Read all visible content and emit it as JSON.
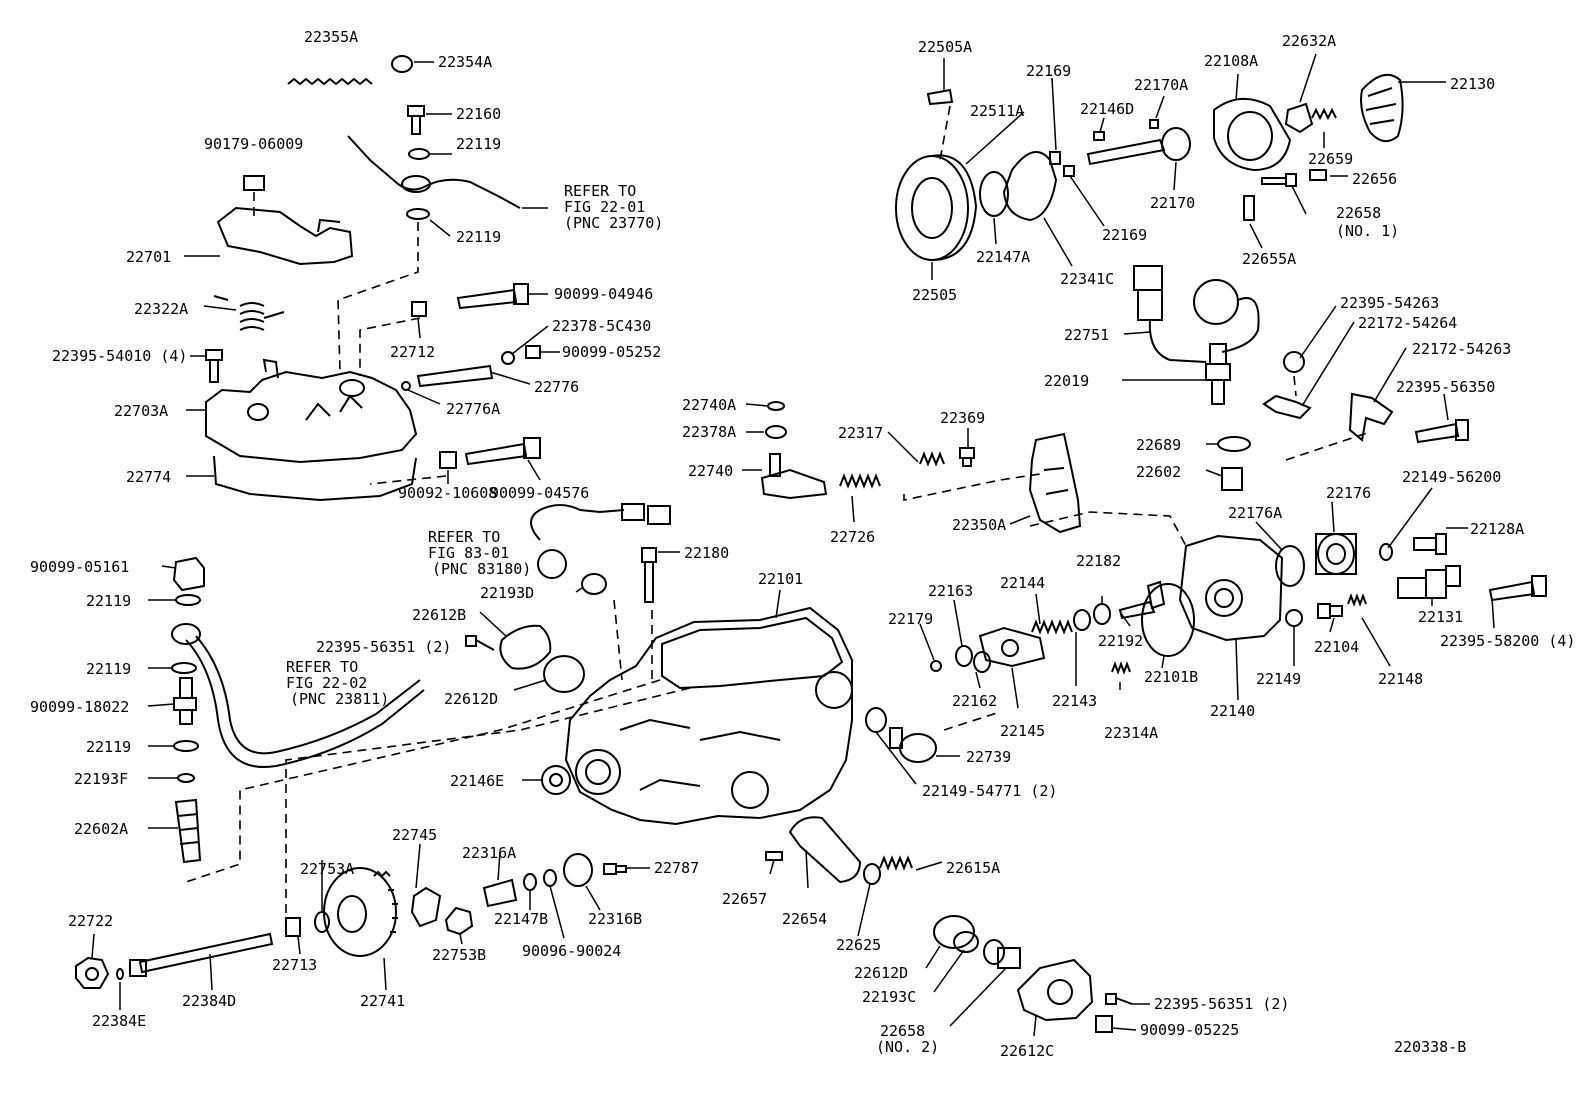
{
  "diagram": {
    "drawing_number": "220338-B",
    "labels": [
      "22355A",
      "22354A",
      "22160",
      "22119",
      "90179-06009",
      "REFER TO",
      "FIG 22-01",
      "(PNC 23770)",
      "22119",
      "22701",
      "90099-04946",
      "22322A",
      "22378-5C430",
      "22712",
      "90099-05252",
      "22395-54010 (4)",
      "22776",
      "22703A",
      "22776A",
      "22774",
      "90099-04576",
      "90092-10608",
      "22505A",
      "22169",
      "22170A",
      "22108A",
      "22632A",
      "22130",
      "22511A",
      "22146D",
      "22659",
      "22656",
      "22170",
      "22169",
      "22658",
      "(NO. 1)",
      "22147A",
      "22341C",
      "22505",
      "22655A",
      "22395-54263",
      "22172-54264",
      "22751",
      "22172-54263",
      "22019",
      "22395-56350",
      "22740A",
      "22378A",
      "22369",
      "22317",
      "22740",
      "22726",
      "22689",
      "22602",
      "22149-56200",
      "22176",
      "22176A",
      "22350A",
      "22128A",
      "REFER TO",
      "FIG 83-01",
      "(PNC 83180)",
      "22180",
      "22101",
      "22193D",
      "22612B",
      "22395-56351 (2)",
      "22612D",
      "REFER TO",
      "FIG 22-02",
      "(PNC 23811)",
      "90099-05161",
      "22119",
      "22119",
      "90099-18022",
      "22119",
      "22193F",
      "22602A",
      "22182",
      "22144",
      "22163",
      "22179",
      "22192",
      "22162",
      "22143",
      "22145",
      "22101B",
      "22140",
      "22149",
      "22104",
      "22148",
      "22131",
      "22395-58200 (4)",
      "22314A",
      "22739",
      "22149-54771 (2)",
      "22146E",
      "22745",
      "22316A",
      "22787",
      "22753A",
      "22147B",
      "22316B",
      "90096-90024",
      "22753B",
      "22657",
      "22654",
      "22625",
      "22615A",
      "22722",
      "22713",
      "22741",
      "22384D",
      "22384E",
      "22612D",
      "22193C",
      "22658",
      "(NO. 2)",
      "22612C",
      "22395-56351 (2)",
      "90099-05225"
    ]
  }
}
